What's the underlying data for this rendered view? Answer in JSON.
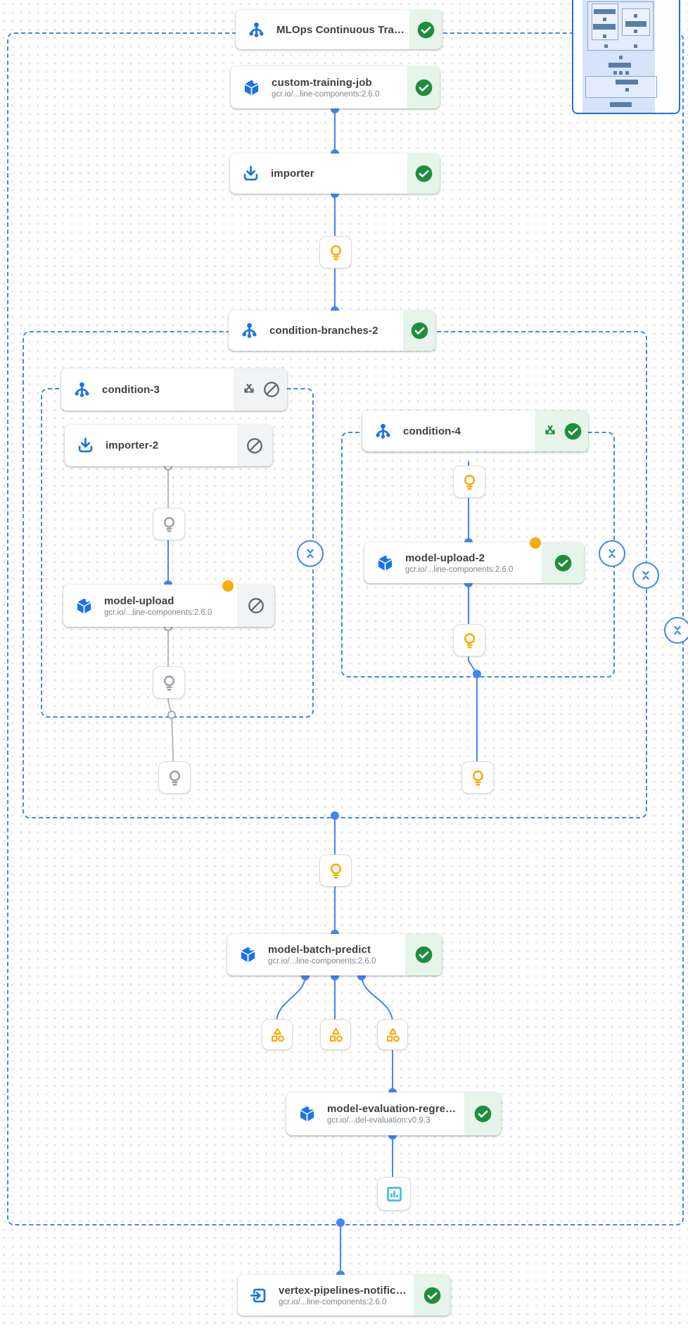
{
  "pipeline": {
    "colors": {
      "accent_blue": "#4285f4",
      "icon_blue": "#1a73e8",
      "success_green": "#1e8e3e",
      "success_bg": "#e6f4ea",
      "skipped_gray": "#5f6368",
      "skipped_bg": "#f1f3f4",
      "warning_yellow": "#f9ab00",
      "metrics_teal": "#3fc1d5"
    },
    "nodes": {
      "mlops": {
        "title": "MLOps Continuous Traini...",
        "status": "succeeded",
        "icon": "dag-icon"
      },
      "custom_training_job": {
        "title": "custom-training-job",
        "subtitle": "gcr.io/...line-components:2.6.0",
        "status": "succeeded",
        "icon": "component-cube-icon"
      },
      "importer": {
        "title": "importer",
        "status": "succeeded",
        "icon": "import-download-icon"
      },
      "condition_branches_2": {
        "title": "condition-branches-2",
        "status": "succeeded",
        "icon": "dag-icon"
      },
      "condition_3": {
        "title": "condition-3",
        "status": "skipped",
        "icon": "dag-icon"
      },
      "importer_2": {
        "title": "importer-2",
        "status": "skipped",
        "icon": "import-download-icon"
      },
      "model_upload": {
        "title": "model-upload",
        "subtitle": "gcr.io/...line-components:2.6.0",
        "status": "skipped",
        "warning_dot": true,
        "icon": "component-cube-icon"
      },
      "condition_4": {
        "title": "condition-4",
        "status": "succeeded",
        "icon": "dag-icon"
      },
      "model_upload_2": {
        "title": "model-upload-2",
        "subtitle": "gcr.io/...line-components:2.6.0",
        "status": "succeeded",
        "warning_dot": true,
        "icon": "component-cube-icon"
      },
      "model_batch_predict": {
        "title": "model-batch-predict",
        "subtitle": "gcr.io/...line-components:2.6.0",
        "status": "succeeded",
        "icon": "component-cube-icon"
      },
      "model_evaluation": {
        "title": "model-evaluation-regres...",
        "subtitle": "gcr.io/...del-evaluation:v0.9.3",
        "status": "succeeded",
        "icon": "component-cube-icon"
      },
      "vertex_notification": {
        "title": "vertex-pipelines-notificat...",
        "subtitle": "gcr.io/...line-components:2.6.0",
        "status": "succeeded",
        "icon": "exit-icon"
      }
    }
  }
}
